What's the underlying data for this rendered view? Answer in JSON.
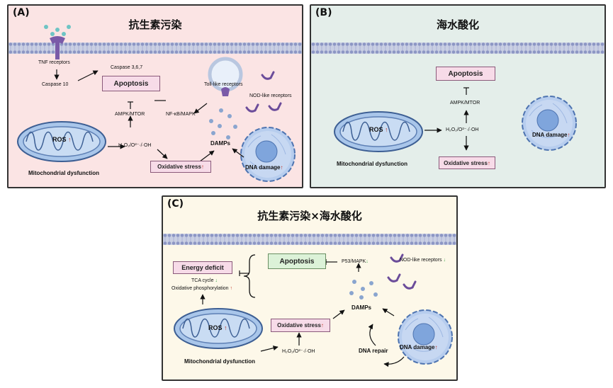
{
  "panels": {
    "a": {
      "label": "(A)",
      "title": "抗生素污染",
      "tnf": "TNF receptors",
      "caspase10": "Caspase 10",
      "caspase367": "Caspase 3,6,7",
      "apoptosis": "Apoptosis",
      "ampk": "AMPK/MTOR",
      "nfkb": "NF-κB/MAPK",
      "toll": "Toll-like receptors",
      "nod": "NOD-like receptors",
      "ros": "ROS",
      "h2o2": "H₂O₂/O²⁻·/·OH",
      "damps": "DAMPs",
      "mito": "Mitochondrial dysfunction",
      "oxidative": "Oxidative stress",
      "dna": "DNA damage"
    },
    "b": {
      "label": "(B)",
      "title": "海水酸化",
      "apoptosis": "Apoptosis",
      "ampk": "AMPK/MTOR",
      "ros": "ROS",
      "h2o2": "H₂O₂/O²⁻·/·OH",
      "mito": "Mitochondrial dysfunction",
      "oxidative": "Oxidative stress",
      "dna": "DNA damage"
    },
    "c": {
      "label": "(C)",
      "title": "抗生素污染×海水酸化",
      "energy": "Energy deficit",
      "tca": "TCA cycle",
      "oxphos": "Oxidative phosphorylation",
      "apoptosis": "Apoptosis",
      "p53": "P53/MAPK",
      "nod": "NOD-like receptors",
      "ros": "ROS",
      "oxidative": "Oxidative stress",
      "damps": "DAMPs",
      "h2o2": "H₂O₂/O²⁻·/·OH",
      "dna_repair": "DNA repair",
      "dna": "DNA damage",
      "mito": "Mitochondrial dysfunction"
    }
  },
  "symbols": {
    "up": "↑",
    "down": "↓"
  },
  "colors": {
    "panel_a_bg": "#fbe4e4",
    "panel_b_bg": "#e4eeea",
    "panel_c_bg": "#fdf8e9",
    "box_pink": "#f7dbe8",
    "box_green": "#dcf2d8",
    "arrow_up": "#c0392b",
    "arrow_down": "#3aa64a",
    "mito_blue": "#7fa8d8"
  }
}
